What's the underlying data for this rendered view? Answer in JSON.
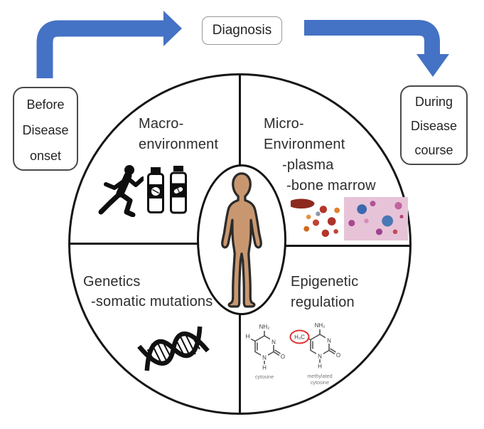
{
  "figure": {
    "diagnosis_box": {
      "label": "Diagnosis"
    },
    "before_box": {
      "line1": "Before",
      "line2": "Disease",
      "line3": "onset"
    },
    "during_box": {
      "line1": "During",
      "line2": "Disease",
      "line3": "course"
    }
  },
  "quadrants": {
    "macro": {
      "line1": "Macro-",
      "line2": "environment"
    },
    "micro": {
      "line1": "Micro-",
      "line2": "Environment",
      "line3": "-plasma",
      "line4": "-bone marrow"
    },
    "genetics": {
      "line1": "Genetics",
      "line2": "-somatic mutations"
    },
    "epigenetic": {
      "line1": "Epigenetic",
      "line2": "regulation"
    }
  },
  "chemistry": {
    "cytosine": {
      "amine": "NH₂",
      "ring_n_right": "N",
      "ring_n_bottom": "N",
      "h_bottom": "H",
      "h_left": "H",
      "oxygen": "O",
      "caption": "cytosine"
    },
    "methylated_cytosine": {
      "amine": "NH₂",
      "ring_n_right": "N",
      "ring_n_bottom": "N",
      "h_bottom": "H",
      "methyl": "H₃C",
      "oxygen": "O",
      "caption_line1": "methylated",
      "caption_line2": "cytosine"
    }
  },
  "colors": {
    "arrow_blue": "#4472c4",
    "skin_tone": "#c9976f",
    "methyl_highlight_red": "#e03231",
    "outline_black": "#161616"
  }
}
